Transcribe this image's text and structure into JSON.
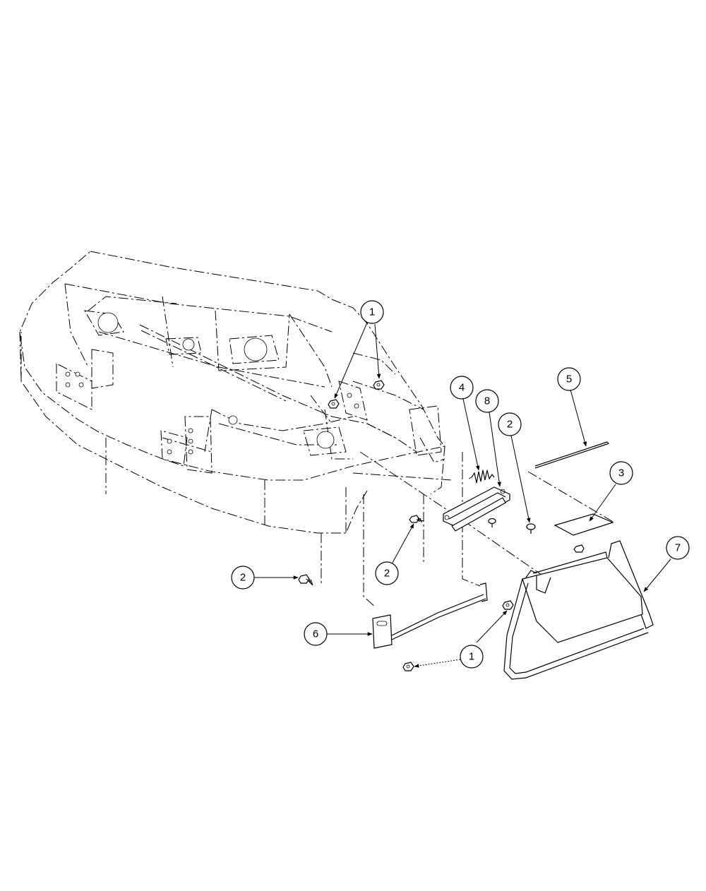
{
  "callouts": [
    {
      "label": "1"
    },
    {
      "label": "1"
    },
    {
      "label": "2"
    },
    {
      "label": "2"
    },
    {
      "label": "2"
    },
    {
      "label": "3"
    },
    {
      "label": "4"
    },
    {
      "label": "5"
    },
    {
      "label": "6"
    },
    {
      "label": "7"
    },
    {
      "label": "8"
    }
  ]
}
